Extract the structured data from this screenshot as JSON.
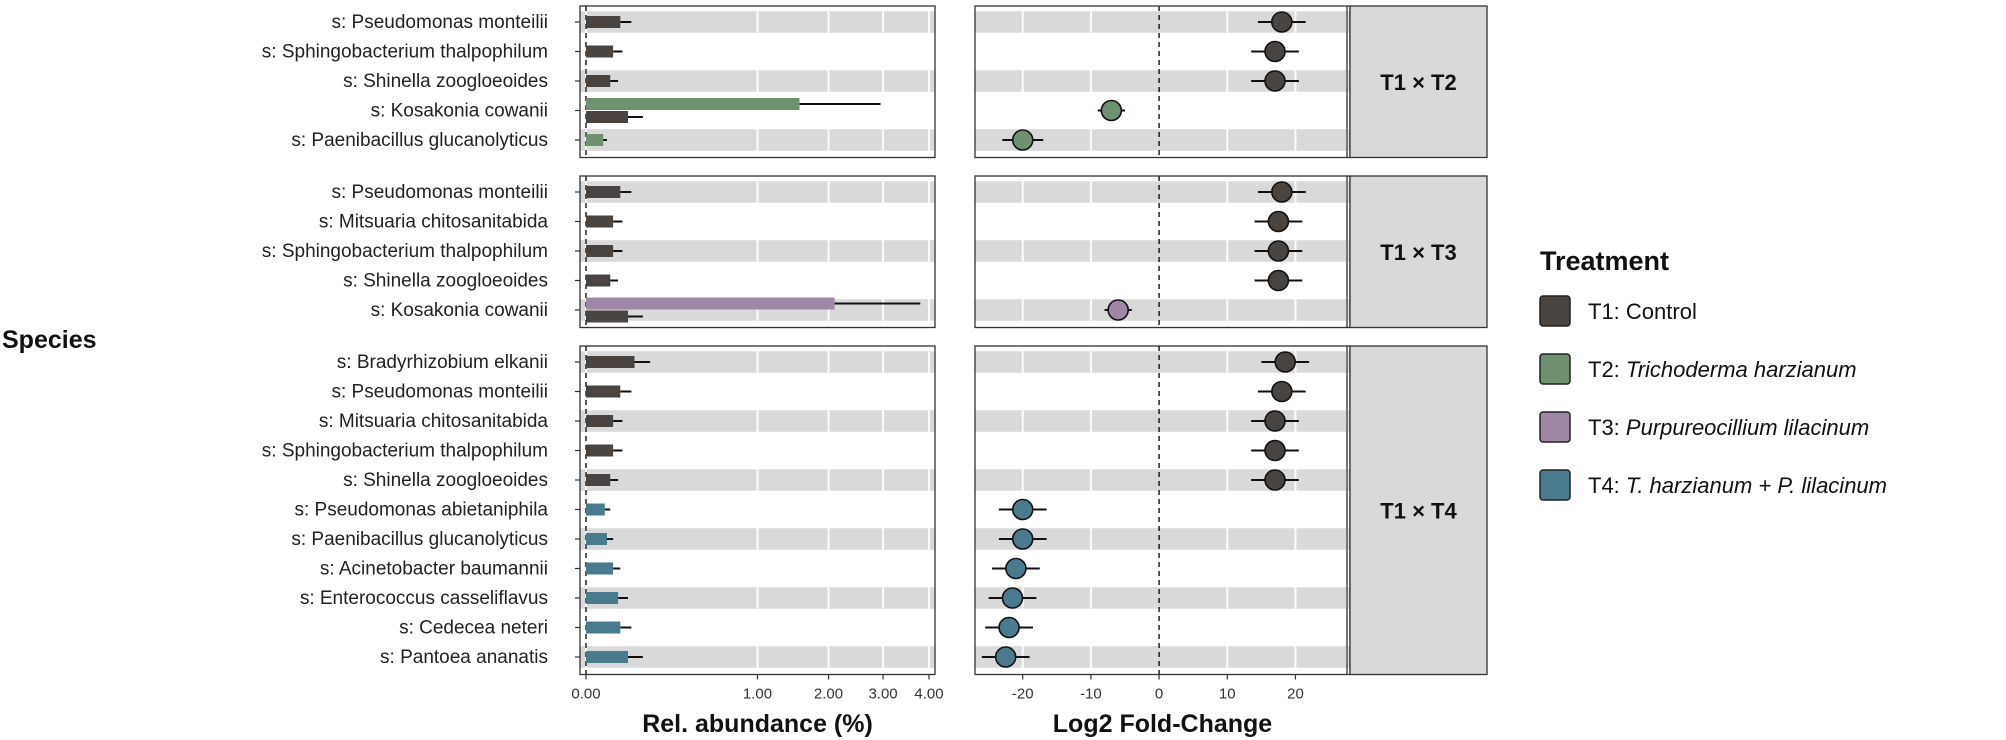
{
  "chart_data": {
    "type": "bar+dot",
    "y_axis_title": "Species",
    "left": {
      "xlabel": "Rel. abundance (%)",
      "tick_labels": [
        "0.00",
        "1.00",
        "2.00",
        "3.00",
        "4.00"
      ],
      "xlim": [
        0,
        4.0
      ],
      "scale": "sqrt",
      "grid": true
    },
    "right": {
      "xlabel": "Log2 Fold-Change",
      "tick_labels": [
        "-20",
        "-10",
        "0",
        "10",
        "20"
      ],
      "xlim": [
        -27,
        28
      ],
      "zero_line": "dashed",
      "grid": true
    },
    "legend": {
      "title": "Treatment",
      "placement": "right",
      "items": [
        {
          "key": "T1",
          "prefix": "T1: ",
          "name": "Control",
          "italic": false,
          "color": "#4a4440"
        },
        {
          "key": "T2",
          "prefix": "T2: ",
          "name": "Trichoderma harzianum",
          "italic": true,
          "color": "#6f9170"
        },
        {
          "key": "T3",
          "prefix": "T3: ",
          "name": "Purpureocillium lilacinum",
          "italic": true,
          "color": "#9e88a6"
        },
        {
          "key": "T4",
          "prefix": "T4: ",
          "name": "T. harzianum + P. lilacinum",
          "italic": true,
          "color": "#4a7a8e"
        }
      ]
    },
    "panels": [
      {
        "strip": "T1 × T2",
        "species": [
          {
            "label": "s: Pseudomonas monteilii",
            "bars": [
              {
                "t": "T1",
                "value": 0.04,
                "err": 0.03
              }
            ],
            "lfc": {
              "t": "T1",
              "value": 18,
              "err": 3.5
            }
          },
          {
            "label": "s: Sphingobacterium thalpophilum",
            "bars": [
              {
                "t": "T1",
                "value": 0.025,
                "err": 0.02
              }
            ],
            "lfc": {
              "t": "T1",
              "value": 17,
              "err": 3.5
            }
          },
          {
            "label": "s: Shinella zoogloeoides",
            "bars": [
              {
                "t": "T1",
                "value": 0.02,
                "err": 0.015
              }
            ],
            "lfc": {
              "t": "T1",
              "value": 17,
              "err": 3.5
            }
          },
          {
            "label": "s: Kosakonia cowanii",
            "bars": [
              {
                "t": "T2",
                "value": 1.55,
                "err": 1.4
              },
              {
                "t": "T1",
                "value": 0.06,
                "err": 0.05
              }
            ],
            "lfc": {
              "t": "T2",
              "value": -7,
              "err": 2
            }
          },
          {
            "label": "s: Paenibacillus glucanolyticus",
            "bars": [
              {
                "t": "T2",
                "value": 0.01,
                "err": 0.005
              }
            ],
            "lfc": {
              "t": "T2",
              "value": -20,
              "err": 3
            }
          }
        ]
      },
      {
        "strip": "T1 × T3",
        "species": [
          {
            "label": "s: Pseudomonas monteilii",
            "bars": [
              {
                "t": "T1",
                "value": 0.04,
                "err": 0.03
              }
            ],
            "lfc": {
              "t": "T1",
              "value": 18,
              "err": 3.5
            }
          },
          {
            "label": "s: Mitsuaria chitosanitabida",
            "bars": [
              {
                "t": "T1",
                "value": 0.025,
                "err": 0.02
              }
            ],
            "lfc": {
              "t": "T1",
              "value": 17.5,
              "err": 3.5
            }
          },
          {
            "label": "s: Sphingobacterium thalpophilum",
            "bars": [
              {
                "t": "T1",
                "value": 0.025,
                "err": 0.02
              }
            ],
            "lfc": {
              "t": "T1",
              "value": 17.5,
              "err": 3.5
            }
          },
          {
            "label": "s: Shinella zoogloeoides",
            "bars": [
              {
                "t": "T1",
                "value": 0.02,
                "err": 0.015
              }
            ],
            "lfc": {
              "t": "T1",
              "value": 17.5,
              "err": 3.5
            }
          },
          {
            "label": "s: Kosakonia cowanii",
            "bars": [
              {
                "t": "T3",
                "value": 2.1,
                "err": 1.7
              },
              {
                "t": "T1",
                "value": 0.06,
                "err": 0.05
              }
            ],
            "lfc": {
              "t": "T3",
              "value": -6,
              "err": 2
            }
          }
        ]
      },
      {
        "strip": "T1 × T4",
        "species": [
          {
            "label": "s: Bradyrhizobium elkanii",
            "bars": [
              {
                "t": "T1",
                "value": 0.08,
                "err": 0.06
              }
            ],
            "lfc": {
              "t": "T1",
              "value": 18.5,
              "err": 3.5
            }
          },
          {
            "label": "s: Pseudomonas monteilii",
            "bars": [
              {
                "t": "T1",
                "value": 0.04,
                "err": 0.03
              }
            ],
            "lfc": {
              "t": "T1",
              "value": 18,
              "err": 3.5
            }
          },
          {
            "label": "s: Mitsuaria chitosanitabida",
            "bars": [
              {
                "t": "T1",
                "value": 0.025,
                "err": 0.02
              }
            ],
            "lfc": {
              "t": "T1",
              "value": 17,
              "err": 3.5
            }
          },
          {
            "label": "s: Sphingobacterium thalpophilum",
            "bars": [
              {
                "t": "T1",
                "value": 0.025,
                "err": 0.02
              }
            ],
            "lfc": {
              "t": "T1",
              "value": 17,
              "err": 3.5
            }
          },
          {
            "label": "s: Shinella zoogloeoides",
            "bars": [
              {
                "t": "T1",
                "value": 0.02,
                "err": 0.015
              }
            ],
            "lfc": {
              "t": "T1",
              "value": 17,
              "err": 3.5
            }
          },
          {
            "label": "s: Pseudomonas abietaniphila",
            "bars": [
              {
                "t": "T4",
                "value": 0.012,
                "err": 0.008
              }
            ],
            "lfc": {
              "t": "T4",
              "value": -20,
              "err": 3.5
            }
          },
          {
            "label": "s: Paenibacillus glucanolyticus",
            "bars": [
              {
                "t": "T4",
                "value": 0.015,
                "err": 0.01
              }
            ],
            "lfc": {
              "t": "T4",
              "value": -20,
              "err": 3.5
            }
          },
          {
            "label": "s: Acinetobacter baumannii",
            "bars": [
              {
                "t": "T4",
                "value": 0.025,
                "err": 0.015
              }
            ],
            "lfc": {
              "t": "T4",
              "value": -21,
              "err": 3.5
            }
          },
          {
            "label": "s: Enterococcus casseliflavus",
            "bars": [
              {
                "t": "T4",
                "value": 0.035,
                "err": 0.025
              }
            ],
            "lfc": {
              "t": "T4",
              "value": -21.5,
              "err": 3.5
            }
          },
          {
            "label": "s: Cedecea neteri",
            "bars": [
              {
                "t": "T4",
                "value": 0.04,
                "err": 0.03
              }
            ],
            "lfc": {
              "t": "T4",
              "value": -22,
              "err": 3.5
            }
          },
          {
            "label": "s: Pantoea ananatis",
            "bars": [
              {
                "t": "T4",
                "value": 0.06,
                "err": 0.05
              }
            ],
            "lfc": {
              "t": "T4",
              "value": -22.5,
              "err": 3.5
            }
          }
        ]
      }
    ]
  }
}
